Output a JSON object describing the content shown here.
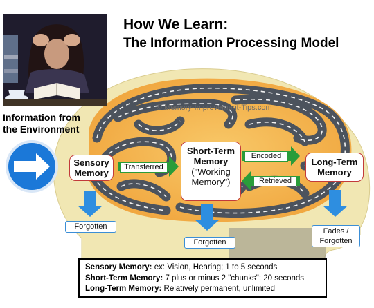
{
  "title": {
    "line1": "How We Learn:",
    "line2": "The Information Processing Model"
  },
  "env_text": {
    "line1": "Information from",
    "line2": "the Environment"
  },
  "watermark": "© Memory-Improvement-Tips.com",
  "nodes": {
    "sensory": {
      "line1": "Sensory",
      "line2": "Memory"
    },
    "short_term": {
      "line1": "Short-Term",
      "line2": "Memory",
      "line3": "(\"Working",
      "line4": "Memory\")"
    },
    "long_term": {
      "line1": "Long-Term",
      "line2": "Memory"
    }
  },
  "arrows": {
    "transferred": "Transferred",
    "encoded": "Encoded",
    "retrieved": "Retrieved"
  },
  "outcomes": {
    "sensory_forgotten": "Forgotten",
    "short_term_forgotten": "Forgotten",
    "long_term_line1": "Fades /",
    "long_term_line2": "Forgotten"
  },
  "legend": [
    {
      "term": "Sensory Memory:",
      "desc": "ex: Vision, Hearing; 1 to 5 seconds"
    },
    {
      "term": "Short-Term Memory:",
      "desc": "7 plus or minus 2 \"chunks\"; 20 seconds"
    },
    {
      "term": "Long-Term Memory:",
      "desc": "Relatively permanent, unlimited"
    }
  ],
  "colors": {
    "head": "#f2e8b5",
    "brain_road": "#4e5560",
    "brain_fill": "#f4b24f",
    "flow_arrow": "#2a9c3a",
    "down_arrow": "#2e8ee0",
    "env_circle": "#1874d8",
    "box_border": "#c23a3a"
  }
}
